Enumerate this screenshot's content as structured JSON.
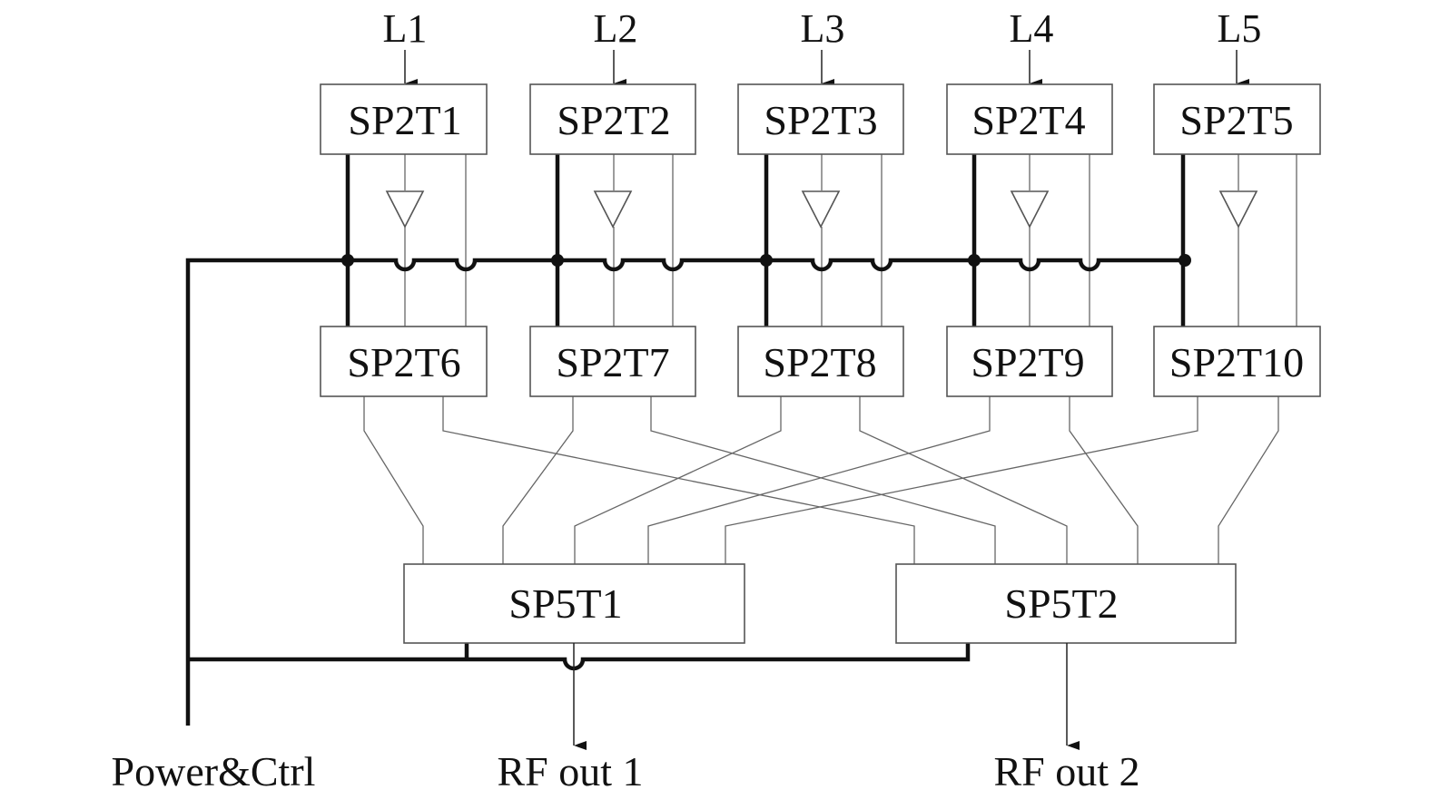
{
  "inputs": [
    "L1",
    "L2",
    "L3",
    "L4",
    "L5"
  ],
  "switches_top": [
    "SP2T1",
    "SP2T2",
    "SP2T3",
    "SP2T4",
    "SP2T5"
  ],
  "switches_mid": [
    "SP2T6",
    "SP2T7",
    "SP2T8",
    "SP2T9",
    "SP2T10"
  ],
  "switches_out": [
    "SP5T1",
    "SP5T2"
  ],
  "outputs": [
    "RF out 1",
    "RF out 2"
  ],
  "power_label": "Power&Ctrl"
}
